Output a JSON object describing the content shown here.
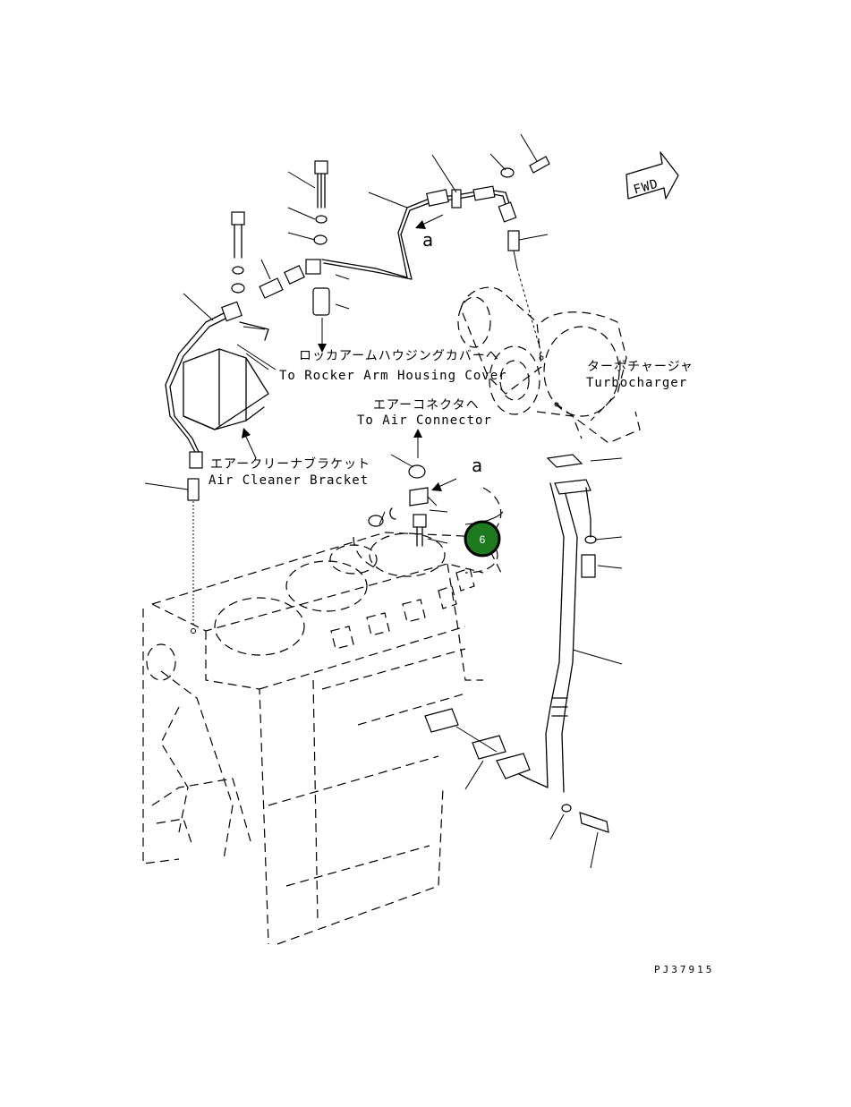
{
  "labels": {
    "rocker_jp": "ロッカアームハウジングカバーへ",
    "rocker_en": "To Rocker Arm Housing Cover",
    "air_connector_jp": "エアーコネクタヘ",
    "air_connector_en": "To Air Connector",
    "air_cleaner_jp": "エアークリーナブラケット",
    "air_cleaner_en": "Air Cleaner Bracket",
    "turbo_jp": "ターボチャージャ",
    "turbo_en": "Turbocharger",
    "ref_a_top": "a",
    "ref_a_mid": "a",
    "fwd": "FWD",
    "drawing_code": "PJ37915"
  },
  "callout": {
    "number": "6",
    "color": "#1e7a1e"
  }
}
